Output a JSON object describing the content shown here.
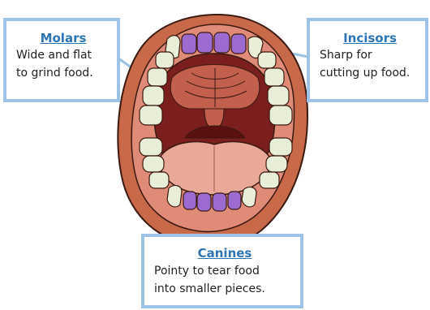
{
  "colors": {
    "callout_border": "#9dc3e6",
    "title_text": "#2e75b6",
    "body_text": "#222222",
    "lips": "#c8694a",
    "mouth_interior": "#7a1e1e",
    "palate": "#c2604d",
    "tongue": "#e9a898",
    "incisor_fill": "#9b6bd0",
    "tooth_fill": "#e8eed8"
  },
  "callouts": {
    "molars": {
      "title": "Molars",
      "lines": [
        "Wide and flat",
        "to grind food."
      ]
    },
    "incisors": {
      "title": "Incisors",
      "lines": [
        "Sharp for",
        "cutting up food."
      ]
    },
    "canines": {
      "title": "Canines",
      "lines": [
        "Pointy to tear food",
        "into smaller pieces."
      ]
    }
  }
}
